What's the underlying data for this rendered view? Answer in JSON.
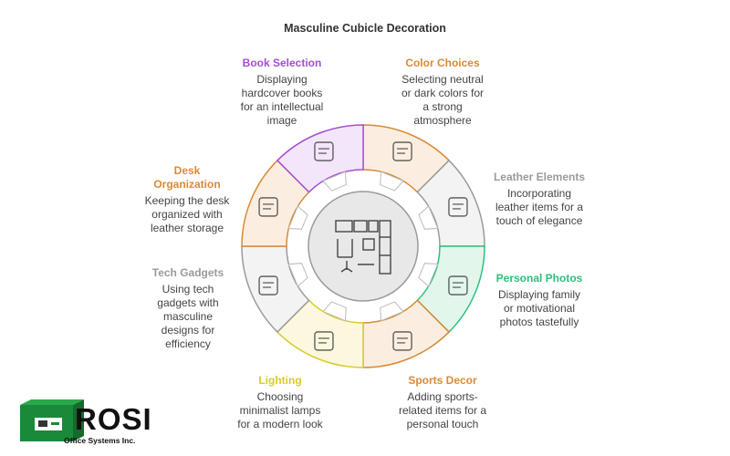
{
  "title": "Masculine Cubicle Decoration",
  "segments": [
    {
      "id": "color-choices",
      "head": "Color Choices",
      "desc": "Selecting neutral\nor dark colors for\na strong\natmosphere",
      "color": "#d98a35",
      "fill": "#fbeee0",
      "icon": "palette-icon"
    },
    {
      "id": "leather-elements",
      "head": "Leather Elements",
      "desc": "Incorporating\nleather items for a\ntouch of elegance",
      "color": "#9a9a9a",
      "fill": "#f3f3f3",
      "icon": "armchair-icon"
    },
    {
      "id": "personal-photos",
      "head": "Personal Photos",
      "desc": "Displaying family\nor motivational\nphotos tastefully",
      "color": "#2fbf7a",
      "fill": "#e2f6ec",
      "icon": "photo-frame-icon"
    },
    {
      "id": "sports-decor",
      "head": "Sports Decor",
      "desc": "Adding sports-\nrelated items for a\npersonal touch",
      "color": "#d98a35",
      "fill": "#fbeee0",
      "icon": "basketball-icon"
    },
    {
      "id": "lighting",
      "head": "Lighting",
      "desc": "Choosing\nminimalist lamps\nfor a modern look",
      "color": "#d9cc2a",
      "fill": "#fbf8df",
      "icon": "lamp-icon"
    },
    {
      "id": "tech-gadgets",
      "head": "Tech Gadgets",
      "desc": "Using tech\ngadgets with\nmasculine\ndesigns for\nefficiency",
      "color": "#9a9a9a",
      "fill": "#f3f3f3",
      "icon": "computer-icon"
    },
    {
      "id": "desk-organization",
      "head": "Desk\nOrganization",
      "desc": "Keeping the desk\norganized with\nleather storage",
      "color": "#d98a35",
      "fill": "#fbeee0",
      "icon": "desk-organizer-icon"
    },
    {
      "id": "book-selection",
      "head": "Book Selection",
      "desc": "Displaying\nhardcover books\nfor an intellectual\nimage",
      "color": "#a64ed1",
      "fill": "#f3e6fa",
      "icon": "bookshelf-icon"
    }
  ],
  "center_icon": "cubicle-layout-icon",
  "logo": {
    "name": "ROSI",
    "subtitle": "Office Systems Inc.",
    "icon": "office-cubicle-logo-icon",
    "color": "#1a8a3a"
  }
}
